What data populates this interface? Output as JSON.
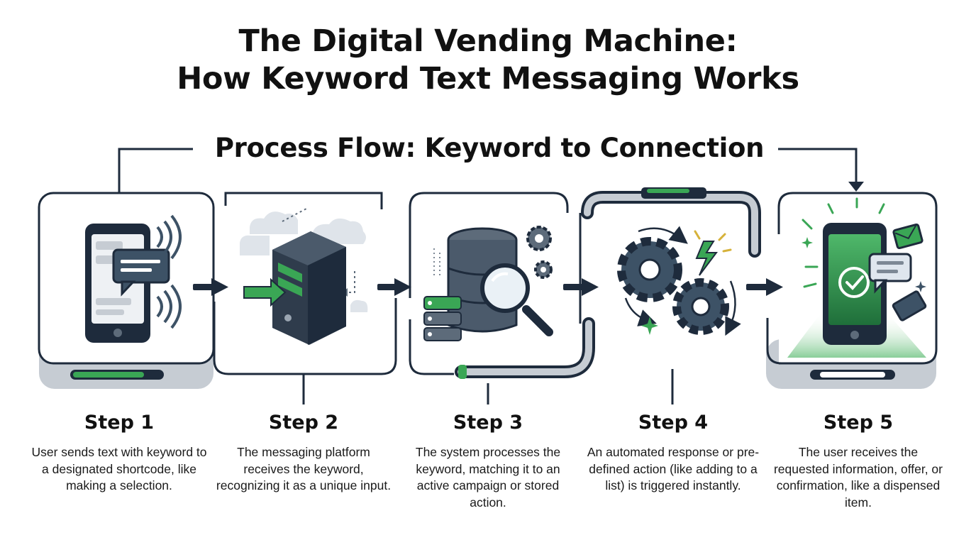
{
  "title": {
    "line1": "The Digital Vending Machine:",
    "line2": "How Keyword Text Messaging Works"
  },
  "subtitle": "Process Flow: Keyword to Connection",
  "steps": [
    {
      "label": "Step 1",
      "description": "User sends text with keyword to a designated shortcode, like making a selection.",
      "icon": "phone-message-icon"
    },
    {
      "label": "Step 2",
      "description": "The messaging platform receives the keyword, recognizing it as a unique input.",
      "icon": "server-icon"
    },
    {
      "label": "Step 3",
      "description": "The system processes the keyword, matching it to an active campaign or stored action.",
      "icon": "database-search-icon"
    },
    {
      "label": "Step 4",
      "description": "An automated response or pre-defined action (like adding to a list) is triggered instantly.",
      "icon": "gears-icon"
    },
    {
      "label": "Step 5",
      "description": "The user receives the requested information, offer, or confirmation, like a dispensed item.",
      "icon": "phone-confirmation-icon"
    }
  ],
  "colors": {
    "navy": "#1e2b3c",
    "slate": "#3d4d5f",
    "green": "#3aa655",
    "light_green": "#d9f0dc",
    "gray": "#c6ccd3",
    "accent_yellow": "#d6b23a"
  }
}
